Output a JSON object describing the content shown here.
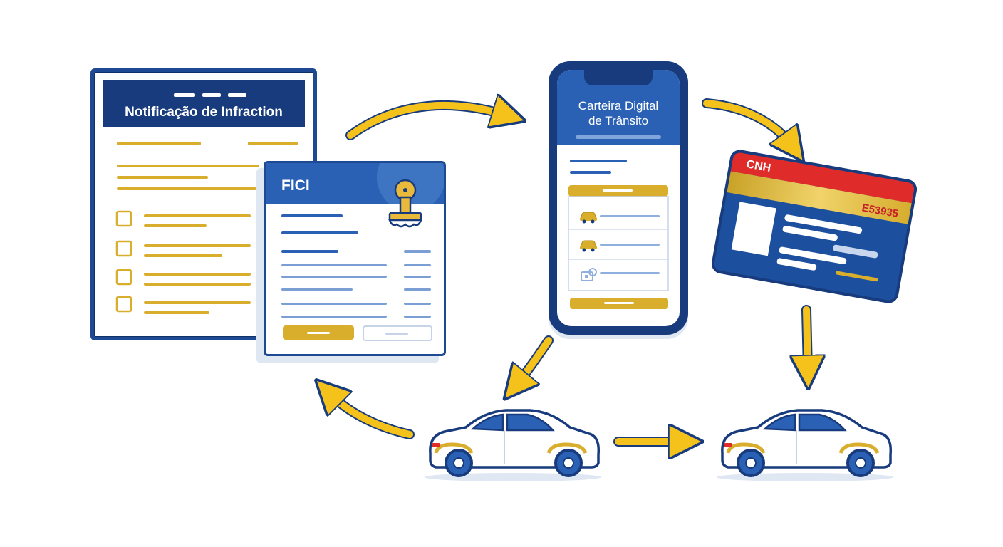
{
  "notice": {
    "title": "Notificação de Infraction"
  },
  "fici": {
    "title": "FICI"
  },
  "phone": {
    "title_line1": "Carteira Digital",
    "title_line2": "de Trânsito"
  },
  "cnh": {
    "label": "CNH",
    "number": "E53935"
  },
  "colors": {
    "navy": "#173b7d",
    "blue": "#2a61b4",
    "gold": "#d8ae2c",
    "arrow_yellow": "#f4c21b",
    "red": "#e02b2b"
  },
  "icons": [
    "stamp-icon",
    "car-icon",
    "key-icon",
    "checkbox-icon",
    "arrow-icon"
  ]
}
